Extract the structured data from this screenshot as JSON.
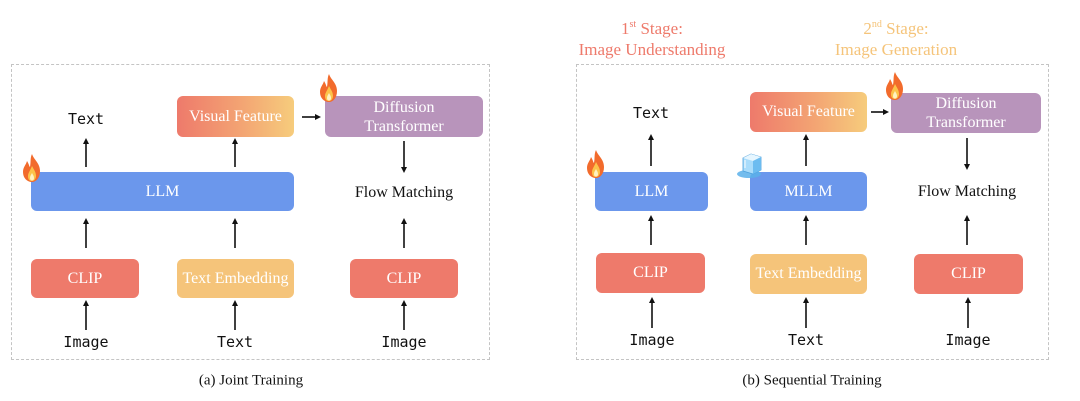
{
  "panels": {
    "joint": {
      "caption": "(a) Joint Training",
      "output_text": "Text",
      "visual_feature": "Visual Feature",
      "diffusion_line1": "Diffusion",
      "diffusion_line2": "Transformer",
      "llm": "LLM",
      "flow_matching": "Flow Matching",
      "clip_left": "CLIP",
      "text_embedding": "Text Embedding",
      "clip_right": "CLIP",
      "input_image_left": "Image",
      "input_text": "Text",
      "input_image_right": "Image",
      "trainable_icons": [
        "fire-icon-llm",
        "fire-icon-diffusion"
      ]
    },
    "sequential": {
      "caption": "(b) Sequential Training",
      "stage1": {
        "ordinal_num": "1",
        "ordinal_suffix": "st",
        "label": "Stage:",
        "title": "Image Understanding",
        "color": "#ee7a6b"
      },
      "stage2": {
        "ordinal_num": "2",
        "ordinal_suffix": "nd",
        "label": "Stage:",
        "title": "Image Generation",
        "color": "#f5c47a"
      },
      "output_text": "Text",
      "llm": "LLM",
      "visual_feature": "Visual Feature",
      "mllm": "MLLM",
      "diffusion_line1": "Diffusion",
      "diffusion_line2": "Transformer",
      "flow_matching": "Flow Matching",
      "clip_left": "CLIP",
      "text_embedding": "Text Embedding",
      "clip_right": "CLIP",
      "input_image_left": "Image",
      "input_text": "Text",
      "input_image_right": "Image",
      "trainable_icons": [
        "fire-icon-llm",
        "fire-icon-diffusion"
      ],
      "frozen_icons": [
        "ice-icon-mllm"
      ]
    }
  },
  "colors": {
    "clip": "#ee7a6b",
    "text_embedding": "#f5c47a",
    "llm": "#6b97ec",
    "diffusion": "#b894bb"
  }
}
